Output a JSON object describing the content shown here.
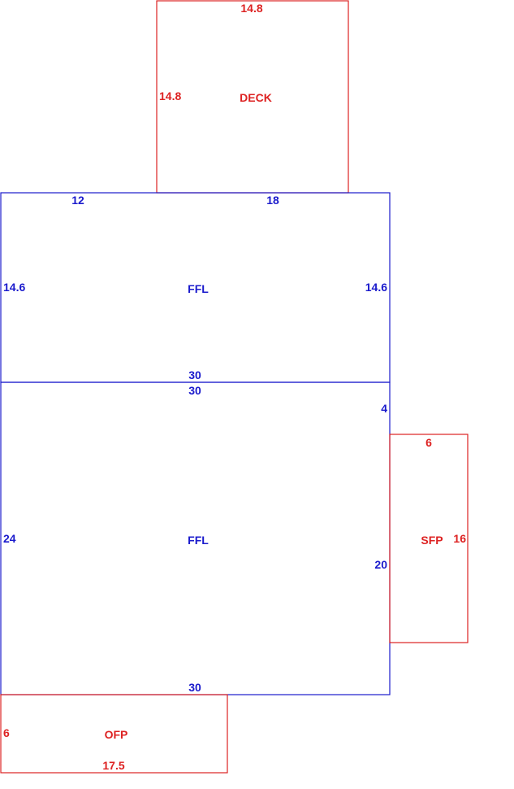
{
  "colors": {
    "living_area": "#1a1acc",
    "other_area": "#dd2222"
  },
  "areas": {
    "deck": {
      "name": "DECK",
      "dims": {
        "top": "14.8",
        "left": "14.8"
      }
    },
    "ffl_upper": {
      "name": "FFL",
      "dims": {
        "top_left": "12",
        "top_right": "18",
        "left": "14.6",
        "right": "14.6",
        "bottom": "30"
      }
    },
    "ffl_lower": {
      "name": "FFL",
      "dims": {
        "top": "30",
        "right_upper": "4",
        "left": "24",
        "right_lower": "20",
        "bottom": "30"
      }
    },
    "sfp": {
      "name": "SFP",
      "dims": {
        "top": "6",
        "right": "16"
      }
    },
    "ofp": {
      "name": "OFP",
      "dims": {
        "left": "6",
        "bottom": "17.5"
      }
    }
  }
}
